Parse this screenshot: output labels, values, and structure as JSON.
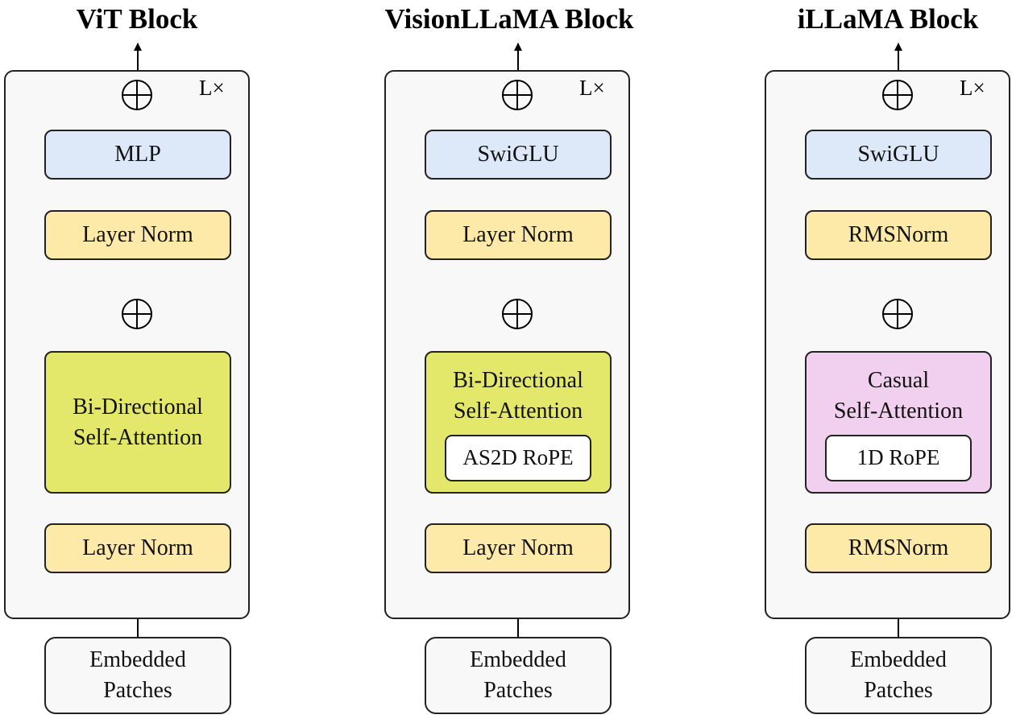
{
  "blocks": [
    {
      "title": "ViT Block",
      "repeat": "L×",
      "mlp": "MLP",
      "norm_top": "Layer Norm",
      "attention_line1": "Bi-Directional",
      "attention_line2": "Self-Attention",
      "norm_bottom": "Layer Norm",
      "input_line1": "Embedded",
      "input_line2": "Patches"
    },
    {
      "title": "VisionLLaMA Block",
      "repeat": "L×",
      "mlp": "SwiGLU",
      "norm_top": "Layer Norm",
      "attention_line1": "Bi-Directional",
      "attention_line2": "Self-Attention",
      "rope": "AS2D RoPE",
      "norm_bottom": "Layer Norm",
      "input_line1": "Embedded",
      "input_line2": "Patches"
    },
    {
      "title": "iLLaMA Block",
      "repeat": "L×",
      "mlp": "SwiGLU",
      "norm_top": "RMSNorm",
      "attention_line1": "Casual",
      "attention_line2": "Self-Attention",
      "rope": "1D RoPE",
      "norm_bottom": "RMSNorm",
      "input_line1": "Embedded",
      "input_line2": "Patches"
    }
  ],
  "colors": {
    "mlp": "#dde8f8",
    "norm": "#fdeaa8",
    "bidirectional_attention": "#e4e86a",
    "causal_attention": "#f0d0ee",
    "container": "#f8f8f8",
    "stroke": "#222222"
  }
}
